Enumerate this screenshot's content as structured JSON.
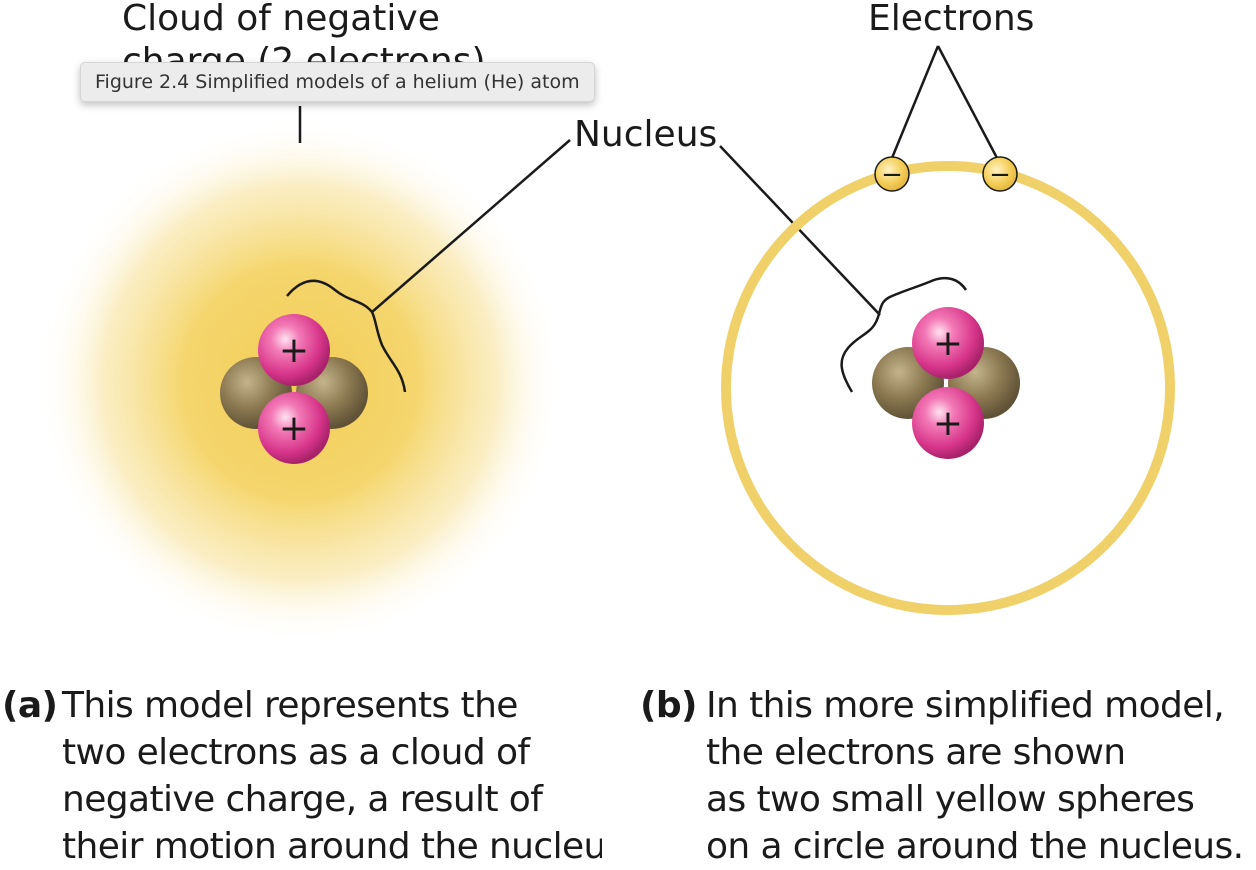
{
  "tooltip": {
    "text": "Figure 2.4 Simplified models of a helium (He) atom"
  },
  "labels": {
    "cloud_line1": "Cloud of negative",
    "cloud_line2": "charge (2 electrons)",
    "nucleus": "Nucleus",
    "electrons": "Electrons"
  },
  "symbols": {
    "proton": "+",
    "electron": "−"
  },
  "captions": {
    "a": {
      "marker": "(a)",
      "lines": [
        "This model represents the",
        "two electrons as a cloud of",
        "negative charge, a result of",
        "their motion around the nucleus."
      ]
    },
    "b": {
      "marker": "(b)",
      "lines": [
        "In this more simplified model,",
        "the electrons are shown",
        "as two small yellow spheres",
        "on a circle around the nucleus."
      ]
    }
  },
  "colors": {
    "cloud": "#f3cf55",
    "orbit": "#f0d069",
    "proton": "#d9408a",
    "neutron": "#8a7650",
    "electron": "#f4cf5a",
    "line": "#1a1a1a"
  }
}
